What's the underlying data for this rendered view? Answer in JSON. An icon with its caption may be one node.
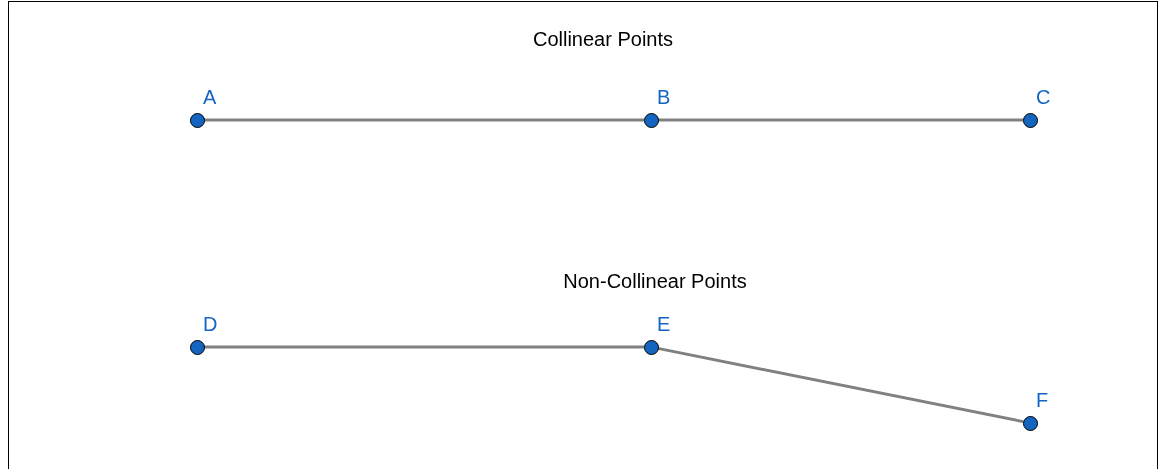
{
  "diagram": {
    "nodes": [
      {
        "text": [],
        "shape": "circle",
        "beside": [
          "A"
        ]
      },
      {
        "text": [],
        "shape": "circle",
        "beside": [
          "B"
        ]
      },
      {
        "text": [],
        "shape": "circle",
        "beside": [
          "C"
        ]
      },
      {
        "text": [],
        "shape": "circle",
        "beside": [
          "D"
        ]
      },
      {
        "text": [],
        "shape": "circle",
        "beside": [
          "E"
        ]
      },
      {
        "text": [],
        "shape": "circle",
        "beside": [
          "F"
        ]
      }
    ],
    "edges": [
      {
        "from": 0,
        "to": 1,
        "arrow": "none"
      },
      {
        "from": 1,
        "to": 2,
        "arrow": "none"
      },
      {
        "from": 3,
        "to": 4,
        "arrow": "none"
      },
      {
        "from": 4,
        "to": 5,
        "arrow": "none"
      }
    ],
    "labels": [
      "Collinear Points",
      "Non-Collinear Points"
    ]
  }
}
